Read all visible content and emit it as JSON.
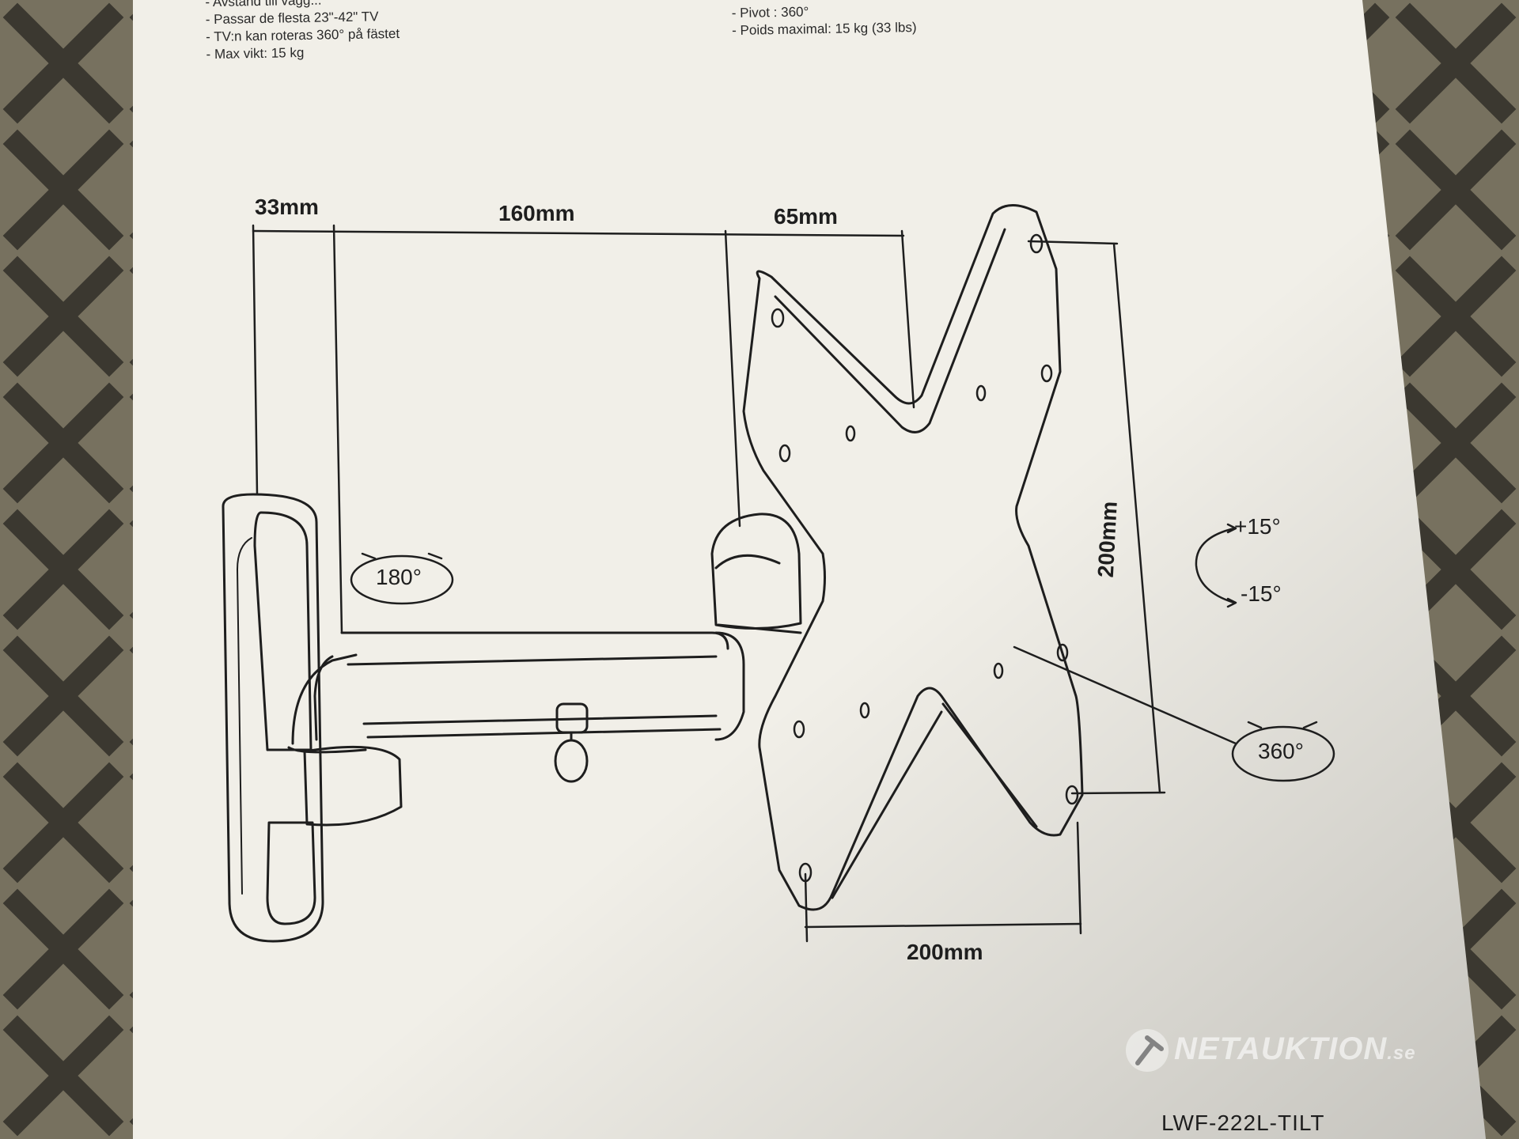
{
  "left_specs": [
    "- Avstånd till vägg...",
    "- Passar de flesta 23\"-42\" TV",
    "- TV:n kan roteras 360° på fästet",
    "- Max vikt: 15 kg"
  ],
  "right_specs": [
    "- Pivot : 360°",
    "- Poids maximal: 15 kg (33 lbs)"
  ],
  "dimensions": {
    "wall_depth": "33mm",
    "arm_length": "160mm",
    "plate_offset": "65mm",
    "vesa_height": "200mm",
    "vesa_width": "200mm"
  },
  "angles": {
    "swivel": "180°",
    "tilt_up": "+15°",
    "tilt_down": "-15°",
    "rotation": "360°"
  },
  "watermark": {
    "text": "NETAUKTION",
    "suffix": ".se",
    "icon": "hammer-icon"
  },
  "model": "LWF-222L-TILT",
  "colors": {
    "paper": "#f1efe8",
    "ink": "#1e1e1e",
    "background": "#6f6a5e"
  }
}
